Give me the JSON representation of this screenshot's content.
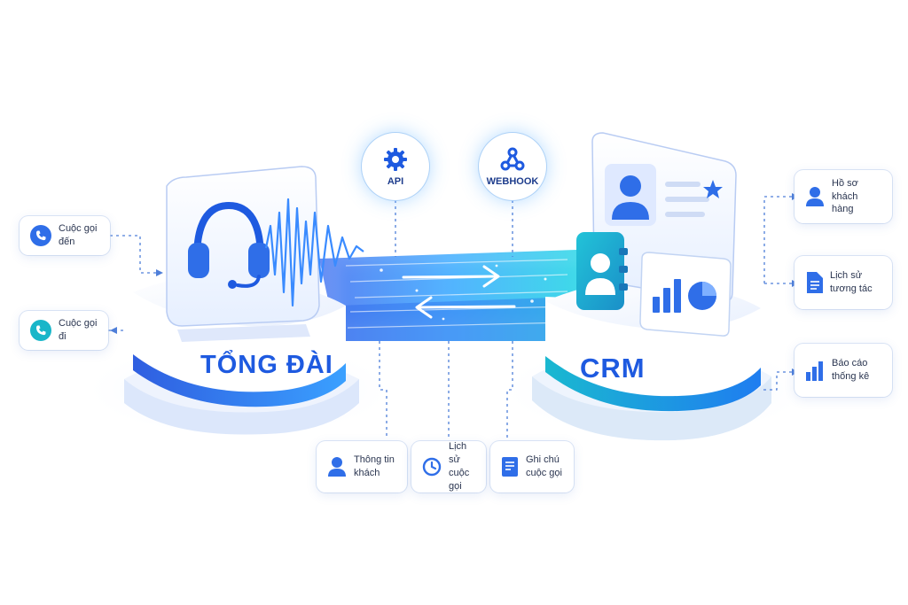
{
  "left_platform": {
    "label": "TỔNG ĐÀI"
  },
  "right_platform": {
    "label": "CRM"
  },
  "bubbles": [
    {
      "id": "api",
      "label": "API",
      "icon": "gear-icon"
    },
    {
      "id": "webhook",
      "label": "WEBHOOK",
      "icon": "webhook-icon"
    }
  ],
  "left_cards": [
    {
      "id": "incoming-call",
      "label": "Cuộc gọi đến",
      "icon": "phone-icon",
      "color": "#2f6ee8"
    },
    {
      "id": "outgoing-call",
      "label": "Cuộc gọi đi",
      "icon": "phone-icon",
      "color": "#19b6c9"
    }
  ],
  "right_cards": [
    {
      "id": "customer-profile",
      "label": "Hồ sơ khách hàng",
      "icon": "user-icon"
    },
    {
      "id": "interaction-history",
      "label": "Lịch sử tương tác",
      "icon": "document-icon"
    },
    {
      "id": "statistics-report",
      "label": "Báo cáo thống kê",
      "icon": "bar-chart-icon"
    }
  ],
  "bottom_cards": [
    {
      "id": "customer-info",
      "label": "Thông tin khách",
      "icon": "user-icon"
    },
    {
      "id": "call-history",
      "label": "Lịch sử cuộc gọi",
      "icon": "clock-icon"
    },
    {
      "id": "call-notes",
      "label": "Ghi chú cuộc gọi",
      "icon": "notes-icon"
    }
  ],
  "colors": {
    "primary_blue": "#1e5ae0",
    "accent_cyan": "#19b6c9",
    "beam_blue": "#2f7bff"
  }
}
